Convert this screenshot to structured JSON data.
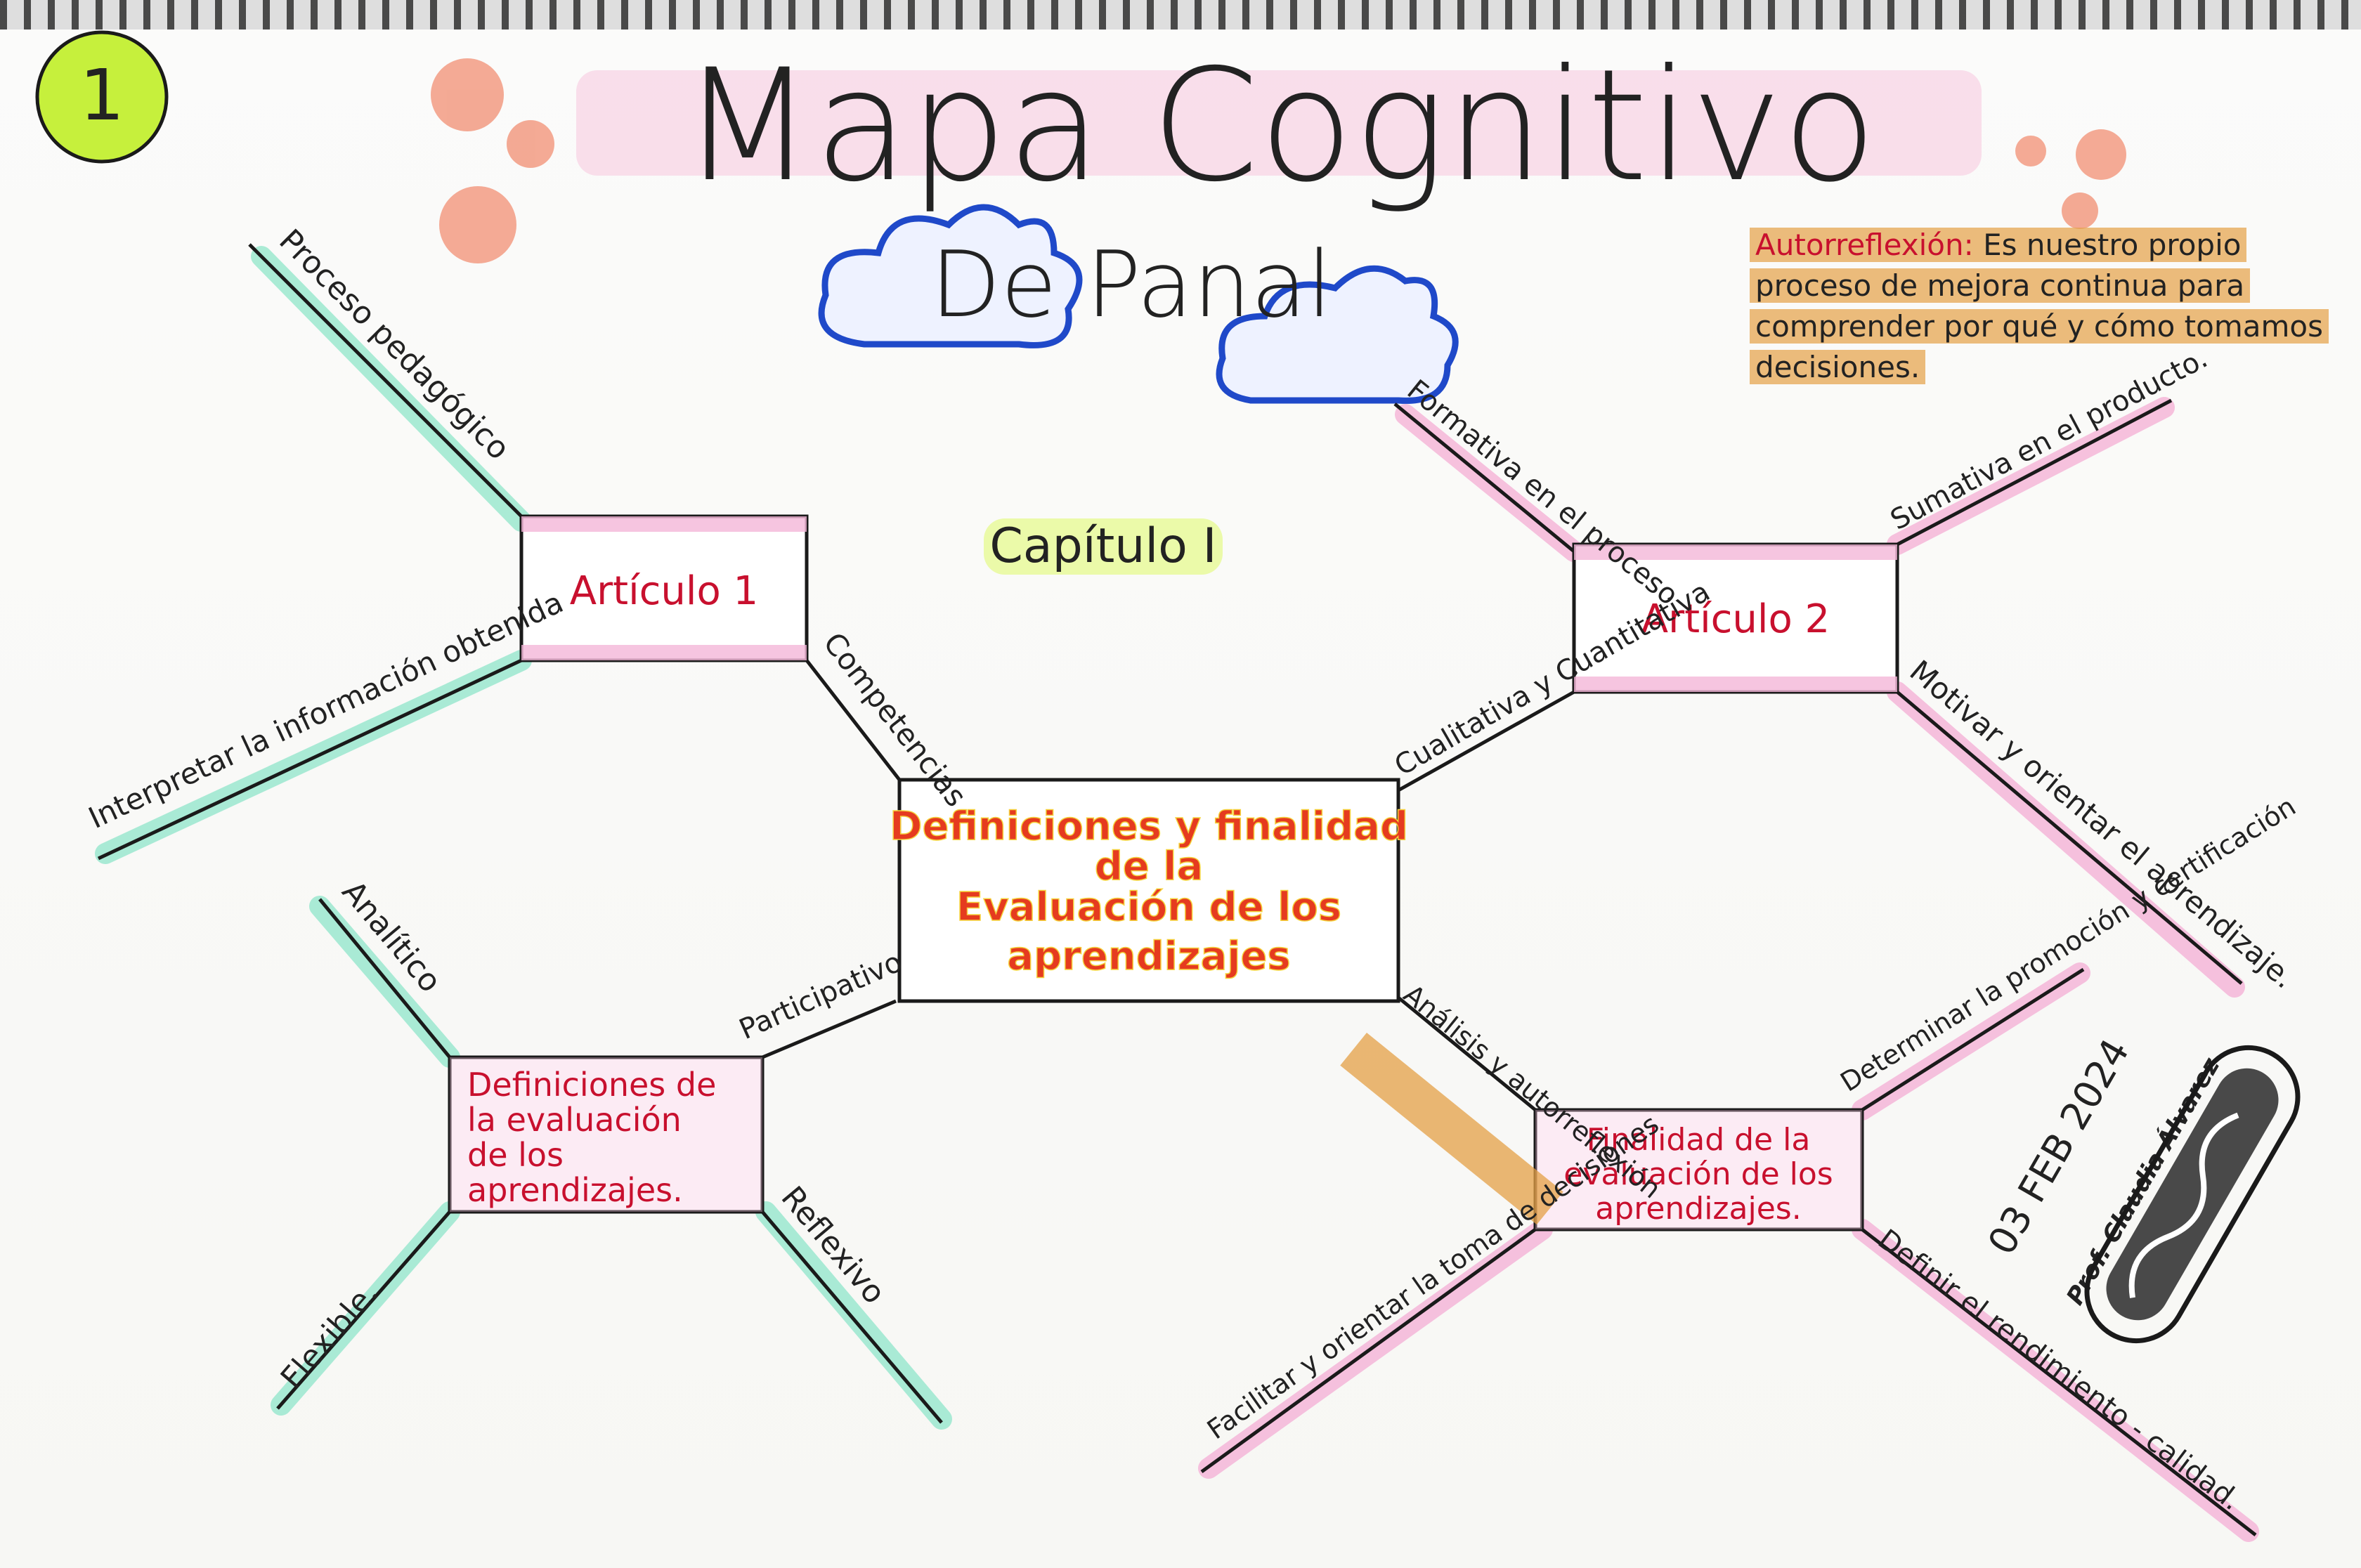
{
  "page_number": "1",
  "title": "Mapa Cognitivo",
  "subtitle": "De Panal",
  "chapter": "Capítulo I",
  "note": {
    "lead": "Autorreflexión:",
    "text": "Es nuestro propio proceso de mejora continua para comprender por qué y cómo tomamos decisiones."
  },
  "center": {
    "lines": [
      "Definiciones y finalidad",
      "de la",
      "Evaluación de los",
      "aprendizajes"
    ]
  },
  "articulo1": {
    "title": "Artículo 1",
    "branches": [
      "Proceso pedagógico",
      "Interpretar la información obtenida",
      "Competencias"
    ]
  },
  "articulo2": {
    "title": "Artículo 2",
    "branches": [
      "Formativa en el proceso",
      "Sumativa en el producto.",
      "Motivar y orientar el aprendizaje.",
      "Cualitativa y Cuantitativa"
    ]
  },
  "definiciones": {
    "lines": [
      "Definiciones de",
      "la evaluación",
      "de los",
      "aprendizajes."
    ],
    "branches": [
      "Analítico",
      "Flexible.",
      "Reflexivo",
      "Participativo"
    ]
  },
  "finalidad": {
    "lines": [
      "Finalidad de la",
      "evaluación de los",
      "aprendizajes."
    ],
    "branches": [
      "Análisis y autorreflexión",
      "Determinar la promoción y certificación",
      "Facilitar y orientar la toma de decisiones",
      "Definir el rendimiento - calidad."
    ]
  },
  "stamp": {
    "date": "03 FEB 2024",
    "name": "Prof. Claudia Álvarez"
  },
  "colors": {
    "pink_highlight": "#f4b6d8",
    "green_highlight": "#9be8cf",
    "orange_highlight": "#e4a046",
    "red_ink": "#c8102e",
    "cloud_blue": "#1f49c9",
    "page_circle": "#c6f03c",
    "salmon_dots": "#f3a189"
  }
}
